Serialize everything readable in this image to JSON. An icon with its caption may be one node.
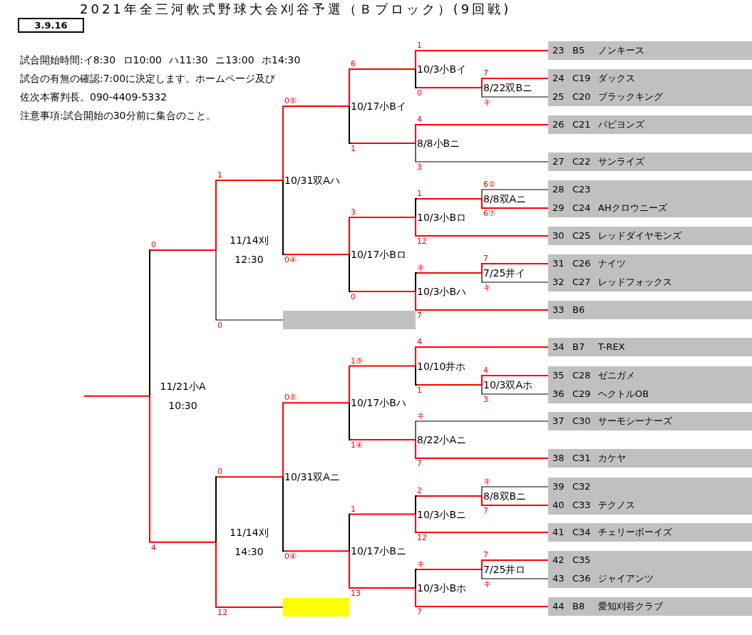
{
  "diagram": {
    "title": "2021年全三河軟式野球大会刈谷予選（Ｂブロック）(9回戦)",
    "nodes": [
      {
        "text": [
          "3.9.16"
        ]
      },
      {
        "text": [
          "11/21小A",
          "10:30"
        ]
      },
      {
        "text": [
          "11/14刈",
          "12:30"
        ]
      },
      {
        "text": [
          "11/14刈",
          "14:30"
        ]
      },
      {
        "text": [
          "10/31双Aハ"
        ]
      },
      {
        "text": [],
        "shape": "box"
      },
      {
        "text": [
          "10/31双Aニ"
        ]
      },
      {
        "text": [],
        "shape": "box"
      },
      {
        "text": [
          "10/17小Bイ"
        ]
      },
      {
        "text": [
          "10/17小Bロ"
        ]
      },
      {
        "text": [
          "10/17小Bハ"
        ]
      },
      {
        "text": [
          "10/17小Bニ"
        ]
      },
      {
        "text": [
          "10/3小Bイ"
        ]
      },
      {
        "text": [
          "8/8小Bニ"
        ]
      },
      {
        "text": [
          "10/3小Bロ"
        ]
      },
      {
        "text": [
          "10/3小Bハ"
        ]
      },
      {
        "text": [
          "10/10井ホ"
        ]
      },
      {
        "text": [
          "8/22小Aニ"
        ]
      },
      {
        "text": [
          "10/3小Bニ"
        ]
      },
      {
        "text": [
          "10/3小Bホ"
        ]
      },
      {
        "text": [
          "8/22双Bニ"
        ]
      },
      {
        "text": [
          "8/8双Aニ"
        ]
      },
      {
        "text": [
          "7/25井イ"
        ]
      },
      {
        "text": [
          "10/3双Aホ"
        ]
      },
      {
        "text": [
          "8/8双Bニ"
        ]
      },
      {
        "text": [
          "7/25井ロ"
        ]
      },
      {
        "text": [
          "23",
          "B5",
          "ノンキース"
        ]
      },
      {
        "text": [
          "24",
          "C19",
          "ダックス"
        ]
      },
      {
        "text": [
          "25",
          "C20",
          "ブラックキング"
        ]
      },
      {
        "text": [
          "26",
          "C21",
          "パピヨンズ"
        ]
      },
      {
        "text": [
          "27",
          "C22",
          "サンライズ"
        ]
      },
      {
        "text": [
          "28",
          "C23"
        ]
      },
      {
        "text": [
          "29",
          "C24",
          "AHクロウニーズ"
        ]
      },
      {
        "text": [
          "30",
          "C25",
          "レッドダイヤモンズ"
        ]
      },
      {
        "text": [
          "31",
          "C26",
          "ナイツ"
        ]
      },
      {
        "text": [
          "32",
          "C27",
          "レッドフォックス"
        ]
      },
      {
        "text": [
          "33",
          "B6"
        ]
      },
      {
        "text": [
          "34",
          "B7",
          "T-REX"
        ]
      },
      {
        "text": [
          "35",
          "C28",
          "ゼニガメ"
        ]
      },
      {
        "text": [
          "36",
          "C29",
          "ヘクトルOB"
        ]
      },
      {
        "text": [
          "37",
          "C30",
          "サーモシーナーズ"
        ]
      },
      {
        "text": [
          "38",
          "C31",
          "カケヤ"
        ]
      },
      {
        "text": [
          "39",
          "C32"
        ]
      },
      {
        "text": [
          "40",
          "C33",
          "テクノス"
        ]
      },
      {
        "text": [
          "41",
          "C34",
          "チェリーボーイズ"
        ]
      },
      {
        "text": [
          "42",
          "C35"
        ]
      },
      {
        "text": [
          "43",
          "C36",
          "ジャイアンツ"
        ]
      },
      {
        "text": [
          "44",
          "B8",
          "愛知刈谷クラブ"
        ]
      }
    ],
    "edges": [
      {
        "from": 2,
        "to": 1,
        "label": "0",
        "arrow": "none"
      },
      {
        "from": 3,
        "to": 1,
        "label": "4",
        "arrow": "none"
      },
      {
        "from": 1,
        "to": null,
        "arrow": "none"
      },
      {
        "from": 4,
        "to": 2,
        "label": "1",
        "arrow": "none"
      },
      {
        "from": 5,
        "to": 2,
        "label": "0",
        "arrow": "none",
        "color": "#000000"
      },
      {
        "from": 6,
        "to": 3,
        "label": "0",
        "arrow": "none"
      },
      {
        "from": 7,
        "to": 3,
        "label": "12",
        "arrow": "none"
      },
      {
        "from": 8,
        "to": 4,
        "label": "0⑤",
        "arrow": "none"
      },
      {
        "from": 9,
        "to": 4,
        "label": "0④",
        "arrow": "none"
      },
      {
        "from": 10,
        "to": 6,
        "label": "0⑤",
        "arrow": "none"
      },
      {
        "from": 11,
        "to": 6,
        "label": "0④",
        "arrow": "none"
      },
      {
        "from": 12,
        "to": 8,
        "label": "6",
        "arrow": "none"
      },
      {
        "from": 13,
        "to": 8,
        "label": "1",
        "arrow": "none"
      },
      {
        "from": 14,
        "to": 9,
        "label": "3",
        "arrow": "none"
      },
      {
        "from": 15,
        "to": 9,
        "label": "0",
        "arrow": "none"
      },
      {
        "from": 16,
        "to": 10,
        "label": "1⑤",
        "arrow": "none"
      },
      {
        "from": 17,
        "to": 10,
        "label": "1④",
        "arrow": "none"
      },
      {
        "from": 18,
        "to": 11,
        "label": "1",
        "arrow": "none"
      },
      {
        "from": 19,
        "to": 11,
        "label": "13",
        "arrow": "none"
      },
      {
        "from": 26,
        "to": 12,
        "label": "1",
        "arrow": "none"
      },
      {
        "from": 20,
        "to": 12,
        "label": "0",
        "arrow": "none"
      },
      {
        "from": 29,
        "to": 13,
        "label": "4",
        "arrow": "none"
      },
      {
        "from": 30,
        "to": 13,
        "label": "3",
        "arrow": "none",
        "color": "#000000"
      },
      {
        "from": 21,
        "to": 14,
        "label": "1",
        "arrow": "none"
      },
      {
        "from": 33,
        "to": 14,
        "label": "12",
        "arrow": "none"
      },
      {
        "from": 22,
        "to": 15,
        "label": "キ",
        "arrow": "none"
      },
      {
        "from": 36,
        "to": 15,
        "label": "7",
        "arrow": "none"
      },
      {
        "from": 37,
        "to": 16,
        "label": "4",
        "arrow": "none"
      },
      {
        "from": 23,
        "to": 16,
        "label": "1",
        "arrow": "none"
      },
      {
        "from": 40,
        "to": 17,
        "label": "キ",
        "arrow": "none",
        "color": "#000000"
      },
      {
        "from": 41,
        "to": 17,
        "label": "7",
        "arrow": "none"
      },
      {
        "from": 24,
        "to": 18,
        "label": "2",
        "arrow": "none"
      },
      {
        "from": 44,
        "to": 18,
        "label": "12",
        "arrow": "none"
      },
      {
        "from": 25,
        "to": 19,
        "label": "キ",
        "arrow": "none"
      },
      {
        "from": 47,
        "to": 19,
        "label": "7",
        "arrow": "none"
      },
      {
        "from": 27,
        "to": 20,
        "label": "7",
        "arrow": "none"
      },
      {
        "from": 28,
        "to": 20,
        "label": "キ",
        "arrow": "none",
        "color": "#000000"
      },
      {
        "from": 31,
        "to": 21,
        "label": "6②",
        "arrow": "none",
        "color": "#000000"
      },
      {
        "from": 32,
        "to": 21,
        "label": "6⑦",
        "arrow": "none"
      },
      {
        "from": 34,
        "to": 22,
        "label": "7",
        "arrow": "none"
      },
      {
        "from": 35,
        "to": 22,
        "label": "キ",
        "arrow": "none",
        "color": "#000000"
      },
      {
        "from": 38,
        "to": 23,
        "label": "4",
        "arrow": "none"
      },
      {
        "from": 39,
        "to": 23,
        "label": "3",
        "arrow": "none",
        "color": "#000000"
      },
      {
        "from": 42,
        "to": 24,
        "label": "キ",
        "arrow": "none",
        "color": "#000000"
      },
      {
        "from": 43,
        "to": 24,
        "label": "7",
        "arrow": "none"
      },
      {
        "from": 45,
        "to": 25,
        "label": "7",
        "arrow": "none"
      },
      {
        "from": 46,
        "to": 25,
        "label": "キ",
        "arrow": "none",
        "color": "#000000"
      }
    ],
    "labels": [
      "試合開始時間:イ8:30 ロ10:00 ハ11:30 ニ13:00 ホ14:30",
      "試合の有無の確認:7:00に決定します。ホームページ及び佐次本審判長。090-4409-5332",
      "注意事項:試合開始の30分前に集合のこと。"
    ]
  }
}
